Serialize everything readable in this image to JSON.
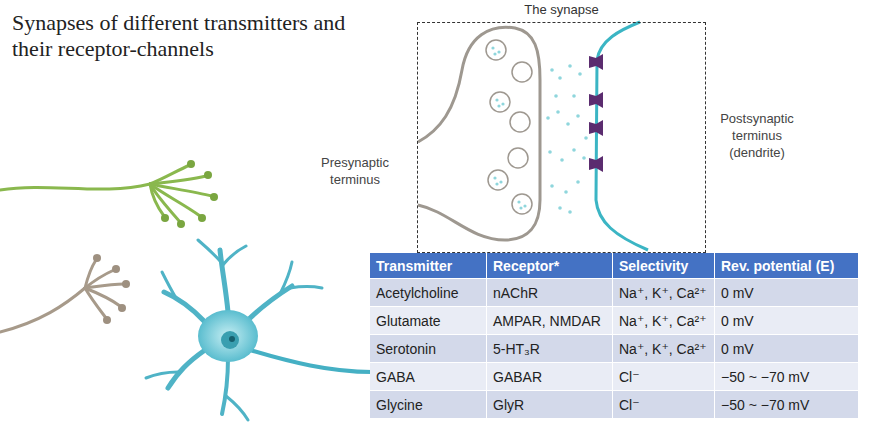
{
  "diagram": {
    "title": "Synapses of different transmitters and their receptor-channels",
    "nodes": [
      {
        "text": [
          "The synapse"
        ]
      }
    ],
    "labels": [
      "Presynaptic terminus",
      "Postsynaptic terminus (dendrite)",
      "Transmitter",
      "Receptor*",
      "Selectivity",
      "Rev. potential (E)",
      "Acetylcholine",
      "nAChR",
      "Na⁺, K⁺, Ca²⁺",
      "0 mV",
      "Glutamate",
      "AMPAR, NMDAR",
      "Na⁺, K⁺, Ca²⁺",
      "0 mV",
      "Serotonin",
      "5-HT₃R",
      "Na⁺, K⁺, Ca²⁺",
      "0 mV",
      "GABA",
      "GABAR",
      "Cl⁻",
      "−50 ~ −70 mV",
      "Glycine",
      "GlyR",
      "Cl⁻",
      "−50 ~ −70 mV"
    ]
  }
}
